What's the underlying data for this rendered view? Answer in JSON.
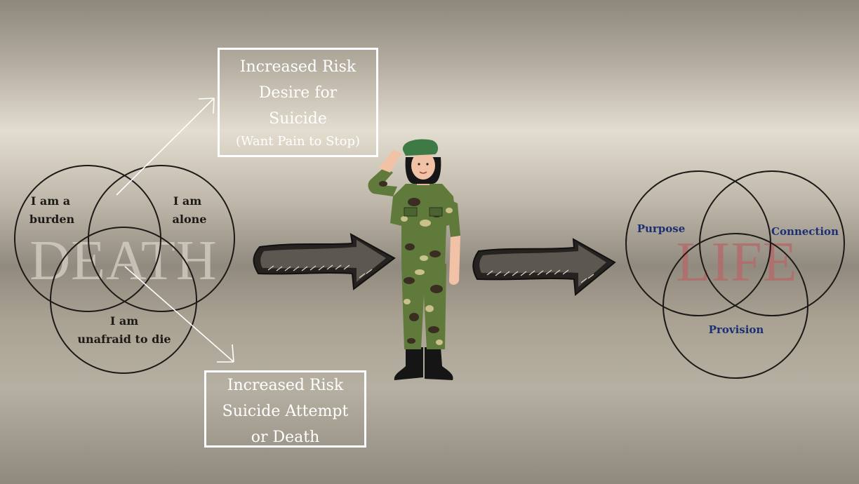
{
  "death": {
    "watermark": "DEATH",
    "labels": {
      "burden": [
        "I am a",
        "burden"
      ],
      "alone": [
        "I am",
        "alone"
      ],
      "unafraid": [
        "I am",
        "unafraid to die"
      ]
    }
  },
  "life": {
    "watermark": "LIFE",
    "labels": {
      "purpose": "Purpose",
      "connection": "Connection",
      "provision": "Provision"
    }
  },
  "box_top": {
    "line1": "Increased Risk",
    "line2": "Desire for",
    "line3": "Suicide",
    "line4": "(Want Pain to Stop)"
  },
  "box_bottom": {
    "line1": "Increased Risk",
    "line2": "Suicide Attempt",
    "line3": "or Death"
  },
  "colors": {
    "death_watermark": "#d7d2c6",
    "life_watermark": "#b56a6a",
    "life_label": "#1d2f75",
    "uniform_base": "#5f7a3a",
    "beret": "#3e7a45"
  },
  "icons": [
    "right-arrow-icon",
    "soldier-illustration"
  ]
}
